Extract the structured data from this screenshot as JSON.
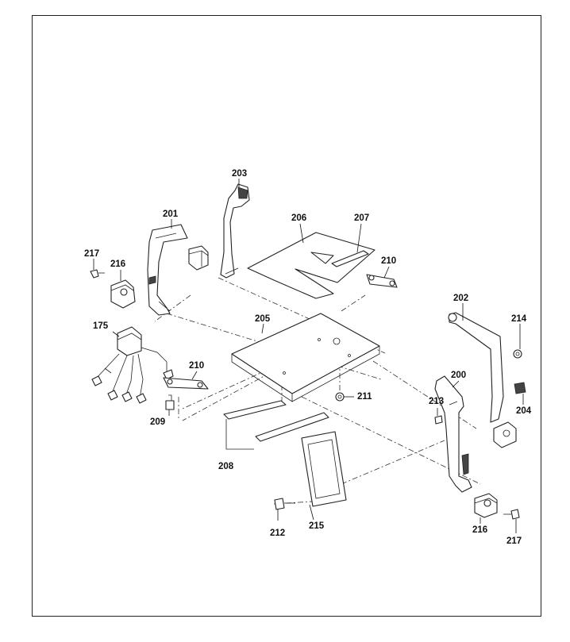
{
  "figure": {
    "callouts": [
      {
        "id": "c203",
        "text": "203"
      },
      {
        "id": "c201",
        "text": "201"
      },
      {
        "id": "c206",
        "text": "206"
      },
      {
        "id": "c207",
        "text": "207"
      },
      {
        "id": "c217a",
        "text": "217"
      },
      {
        "id": "c216a",
        "text": "216"
      },
      {
        "id": "c210a",
        "text": "210"
      },
      {
        "id": "c202",
        "text": "202"
      },
      {
        "id": "c214",
        "text": "214"
      },
      {
        "id": "c205",
        "text": "205"
      },
      {
        "id": "c175",
        "text": "175"
      },
      {
        "id": "c210b",
        "text": "210"
      },
      {
        "id": "c200",
        "text": "200"
      },
      {
        "id": "c211",
        "text": "211"
      },
      {
        "id": "c213",
        "text": "213"
      },
      {
        "id": "c204",
        "text": "204"
      },
      {
        "id": "c209",
        "text": "209"
      },
      {
        "id": "c208",
        "text": "208"
      },
      {
        "id": "c212",
        "text": "212"
      },
      {
        "id": "c215",
        "text": "215"
      },
      {
        "id": "c216b",
        "text": "216"
      },
      {
        "id": "c217b",
        "text": "217"
      }
    ]
  }
}
